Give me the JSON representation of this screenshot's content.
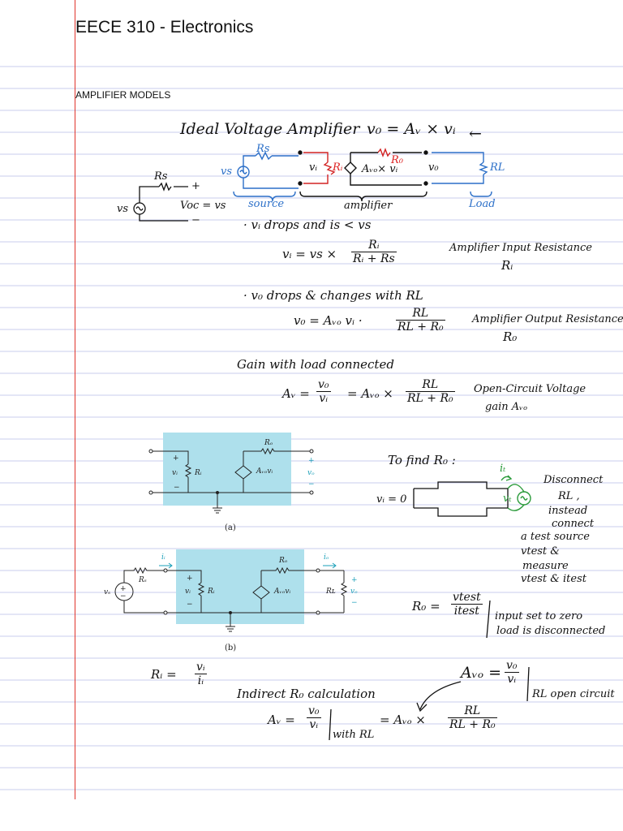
{
  "header": {
    "title": "EECE 310 - Electronics",
    "section": "AMPLIFIER MODELS"
  },
  "top_diagram": {
    "heading": "Ideal Voltage Amplifier",
    "equation": "v₀ = Aᵥ × vᵢ",
    "arrow": "←",
    "rs_label": "Rs",
    "vs_label": "vs",
    "vi_label": "vᵢ",
    "ri_label": "Rᵢ",
    "avo_label": "Aᵥₒ× vᵢ",
    "ro_label": "R₀",
    "vo_label": "v₀",
    "rl_label": "RL",
    "source_label": "source",
    "amplifier_label": "amplifier",
    "load_label": "Load"
  },
  "thevenin": {
    "rs_label": "Rs",
    "vs_label": "vs",
    "voc_label": "Voc = vs",
    "plus": "+",
    "minus": "−"
  },
  "notes": {
    "bullet1": "vᵢ drops and is < vs",
    "eq1_lhs": "vᵢ = vs ×",
    "eq1_num": "Rᵢ",
    "eq1_den": "Rᵢ + Rs",
    "eq1_note": "Amplifier Input Resistance",
    "eq1_note2": "Rᵢ",
    "bullet2": "v₀ drops & changes with RL",
    "eq2_lhs": "v₀ = Aᵥₒ vᵢ ·",
    "eq2_num": "RL",
    "eq2_den": "RL + R₀",
    "eq2_note": "Amplifier Output Resistance",
    "eq2_note2": "R₀",
    "gain_heading": "Gain with load connected",
    "eq3_lhs": "Aᵥ =",
    "eq3_num1": "v₀",
    "eq3_den1": "vᵢ",
    "eq3_mid": "= Aᵥₒ ×",
    "eq3_num2": "RL",
    "eq3_den2": "RL + R₀",
    "eq3_note": "Open-Circuit Voltage",
    "eq3_note2": "gain  Aᵥₒ"
  },
  "figure_a": {
    "caption": "(a)",
    "vi": "vᵢ",
    "ri": "Rᵢ",
    "ro": "Rₒ",
    "source": "Aᵥₒvᵢ",
    "vo": "vₒ"
  },
  "figure_b": {
    "caption": "(b)",
    "vs": "vₛ",
    "rs": "Rₛ",
    "ii": "iᵢ",
    "vi": "vᵢ",
    "ri": "Rᵢ",
    "ro": "Rₒ",
    "source": "Aᵥₒvᵢ",
    "io": "iₒ",
    "rl": "Rʟ",
    "vo": "vₒ"
  },
  "find_ro": {
    "heading": "To find R₀ :",
    "vi_zero": "vᵢ = 0",
    "it": "iₜ",
    "vt": "vₜ",
    "note": [
      "Disconnect",
      "RL ,",
      "instead",
      "connect",
      "a test source",
      "vtest &",
      "measure",
      "vtest & itest"
    ],
    "eq_lhs": "R₀ =",
    "eq_num": "vtest",
    "eq_den": "itest",
    "eq_note1": "input set to zero",
    "eq_note2": "load is disconnected"
  },
  "bottom": {
    "ri_lhs": "Rᵢ =",
    "ri_num": "vᵢ",
    "ri_den": "iᵢ",
    "avo_lhs": "Aᵥₒ =",
    "avo_num": "v₀",
    "avo_den": "vᵢ",
    "avo_note": "RL open circuit",
    "indirect": "Indirect R₀ calculation",
    "av_lhs": "Aᵥ =",
    "av_num": "v₀",
    "av_den": "vᵢ",
    "av_sub": "with RL",
    "av_mid": "= Aᵥₒ ×",
    "av_num2": "RL",
    "av_den2": "RL + R₀"
  },
  "colors": {
    "rule": "#c9ccec",
    "margin": "#e0342c",
    "ink_blue": "#2b6fc8",
    "ink_red": "#d22222",
    "figure_fill": "#aee0ec",
    "figure_accent": "#1a9fb8"
  }
}
